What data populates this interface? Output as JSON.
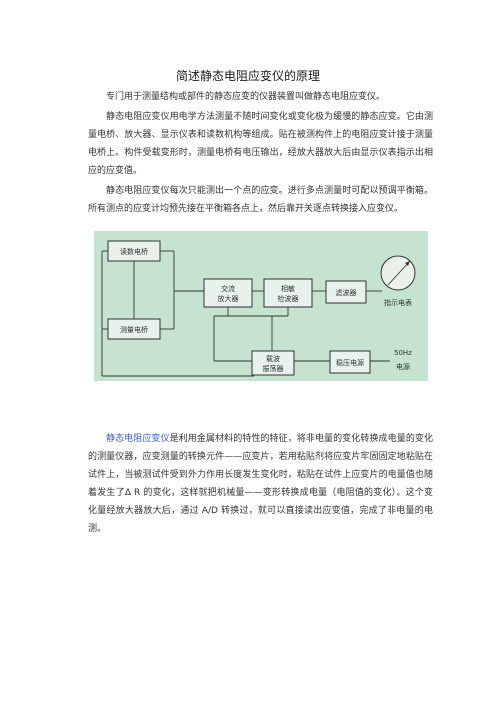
{
  "title": "简述静态电阻应变仪的原理",
  "paragraphs": {
    "p1": "专门用于测量结构或部件的静态应变的仪器装置叫做静态电阻应变仪。",
    "p2": "静态电阻应变仪用电学方法测量不随时间变化或变化极为缓慢的静态应变。它由测量电桥、放大器、显示仪表和读数机构等组成。贴在被测构件上的电阻应变计接于测量电桥上。构件受载变形时，测量电桥有电压输出，经放大器放大后由显示仪表指示出相应的应变值。",
    "p3": "静态电阻应变仪每次只能测出一个点的应变。进行多点测量时可配以预调平衡箱。所有测点的应变计均预先接在平衡箱各点上，然后靠开关逐点转换接入应变仪。",
    "p4_link": "静态电阻应变仪",
    "p4_a": "是利用金属材料的特性的特征，将非电量的变化转换成电量的变化的测量仪器，应变测量的转换元件——应变片，若用粘贴剂将应变片牢固固定地粘贴在试件上，当被测试件受到外力作用长度发生变化时，粘贴在试件上应变片的电量值也随着发生了",
    "p4_delta": "Δ R",
    "p4_b": " 的变化，这样就把机械量——变形转换成电量（电阻值的变化）。这个变化量经放大器放大后，通过 ",
    "p4_ad": "A/D",
    "p4_c": " 转换过，就可以直接读出应变值，完成了非电量的电测。"
  },
  "diagram": {
    "bridge_read": "读数电桥",
    "bridge_measure": "测量电桥",
    "ac_amp_line1": "交流",
    "ac_amp_line2": "放大器",
    "phase_line1": "相敏",
    "phase_line2": "检波器",
    "filter": "滤波器",
    "meter": "指示电表",
    "osc_line1": "载波",
    "osc_line2": "振荡器",
    "power": "稳压电源",
    "freq": "50Hz",
    "mains": "电源"
  },
  "colors": {
    "diagram_background": "#c5e3ce",
    "link": "#3a5fc8"
  }
}
